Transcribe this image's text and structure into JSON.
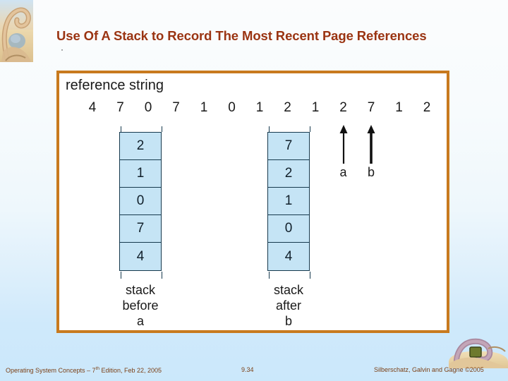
{
  "slide": {
    "title": "Use Of A Stack to Record The Most Recent Page References",
    "subtitle_marker": "·"
  },
  "colors": {
    "title_text": "#9a3412",
    "figure_border": "#c87a1e",
    "stack_fill": "#c5e4f5",
    "stack_stroke": "#16394d",
    "footer_text": "#7b3f15",
    "slide_background_top": "#fbfcfd",
    "slide_background_bottom": "#cbe8fb"
  },
  "figure": {
    "reference_string_label": "reference string",
    "reference_string": [
      "4",
      "7",
      "0",
      "7",
      "1",
      "0",
      "1",
      "2",
      "1",
      "2",
      "7",
      "1",
      "2"
    ],
    "pointers": [
      {
        "label": "a",
        "points_to_index": 9
      },
      {
        "label": "b",
        "points_to_index": 10
      }
    ],
    "stacks": [
      {
        "name": "stack-before-a",
        "cells": [
          "2",
          "1",
          "0",
          "7",
          "4"
        ],
        "caption_lines": [
          "stack",
          "before",
          "a"
        ]
      },
      {
        "name": "stack-after-b",
        "cells": [
          "7",
          "2",
          "1",
          "0",
          "4"
        ],
        "caption_lines": [
          "stack",
          "after",
          "b"
        ]
      }
    ]
  },
  "footer": {
    "left_prefix": "Operating System Concepts – 7",
    "left_sup": "th",
    "left_suffix": " Edition, Feb 22, 2005",
    "page_number": "9.34",
    "right": "Silberschatz, Galvin and Gagne ©2005"
  }
}
